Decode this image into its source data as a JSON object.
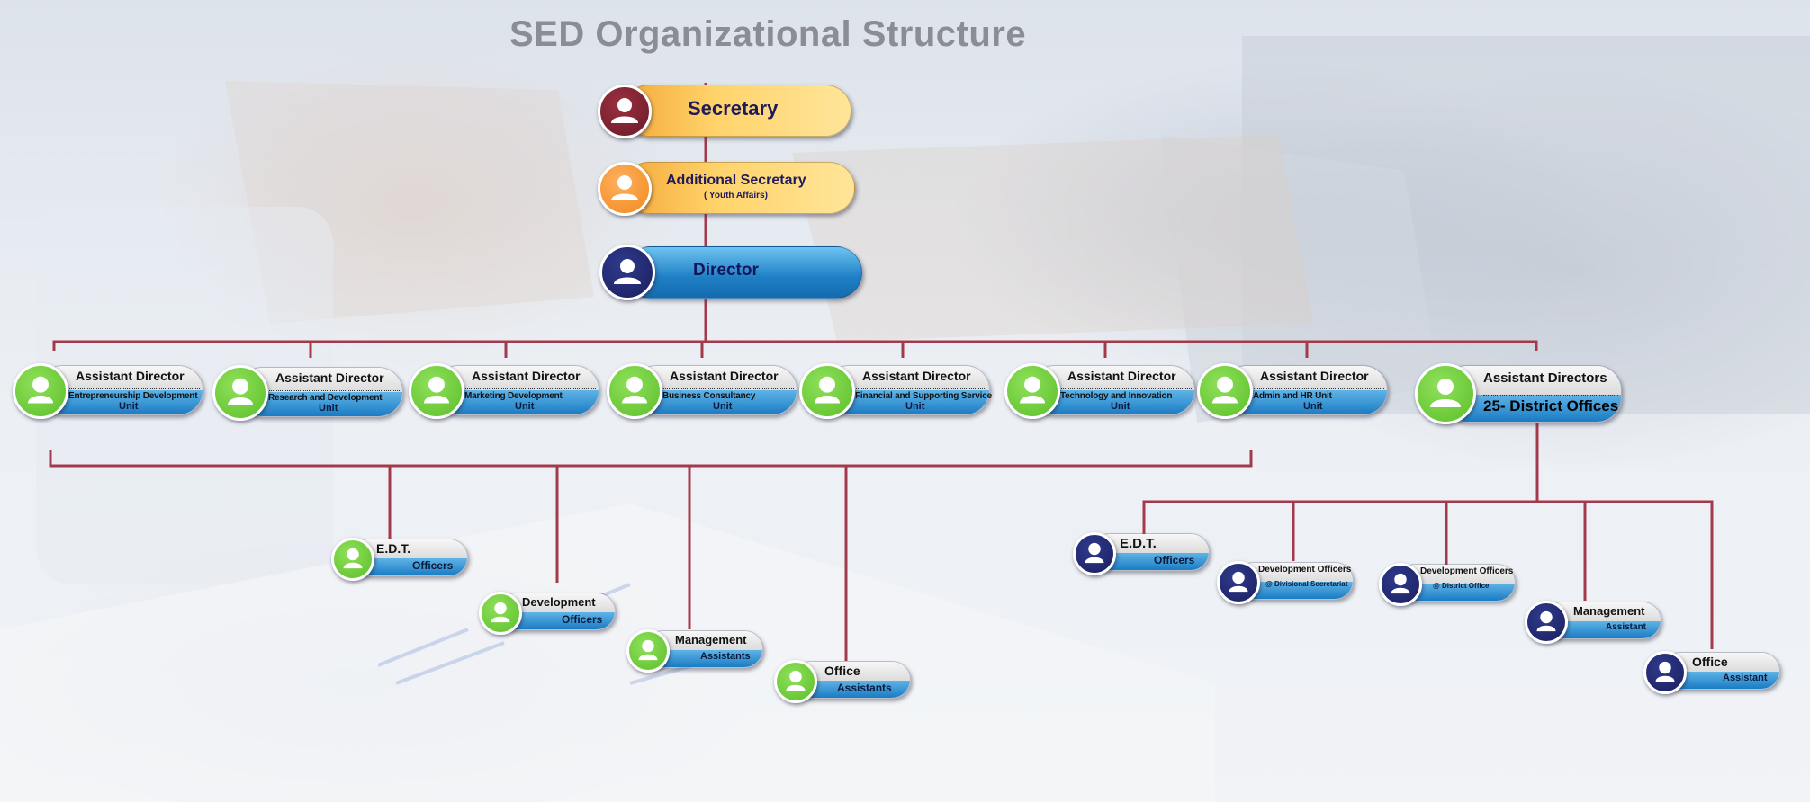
{
  "title": "SED Organizational Structure",
  "colors": {
    "connector": "#a33a4c",
    "green": "#6ccf3a",
    "navy": "#1e2366",
    "blue": "#2a8fd8"
  },
  "top_chain": {
    "secretary": {
      "title": "Secretary",
      "icon": "person-icon"
    },
    "additional_secretary": {
      "title": "Additional Secretary",
      "sub": "( Youth Affairs)",
      "icon": "person-icon"
    },
    "director": {
      "title": "Director",
      "icon": "person-icon"
    }
  },
  "units": [
    {
      "title": "Assistant Director",
      "line1": "Entrepreneurship Development",
      "line2": "Unit"
    },
    {
      "title": "Assistant Director",
      "line1": "Research and Development",
      "line2": "Unit"
    },
    {
      "title": "Assistant Director",
      "line1": "Marketing Development",
      "line2": "Unit"
    },
    {
      "title": "Assistant Director",
      "line1": "Business Consultancy",
      "line2": "Unit"
    },
    {
      "title": "Assistant Director",
      "line1": "Financial and Supporting Service",
      "line2": "Unit"
    },
    {
      "title": "Assistant Director",
      "line1": "Technology and Innovation",
      "line2": "Unit"
    },
    {
      "title": "Assistant Director",
      "line1": "Admin and HR Unit",
      "line2": "Unit"
    }
  ],
  "district": {
    "title": "Assistant Directors",
    "sub": "25- District Offices"
  },
  "head_office_staff": [
    {
      "title": "E.D.T.",
      "sub": "Officers"
    },
    {
      "title": "Development",
      "sub": "Officers"
    },
    {
      "title": "Management",
      "sub": "Assistants"
    },
    {
      "title": "Office",
      "sub": "Assistants"
    }
  ],
  "district_staff": [
    {
      "title": "E.D.T.",
      "sub": "Officers"
    },
    {
      "title": "Development Officers",
      "sub": "@ Divisional Secretariat"
    },
    {
      "title": "Development Officers",
      "sub": "@ District Office"
    },
    {
      "title": "Management",
      "sub": "Assistant"
    },
    {
      "title": "Office",
      "sub": "Assistant"
    }
  ]
}
